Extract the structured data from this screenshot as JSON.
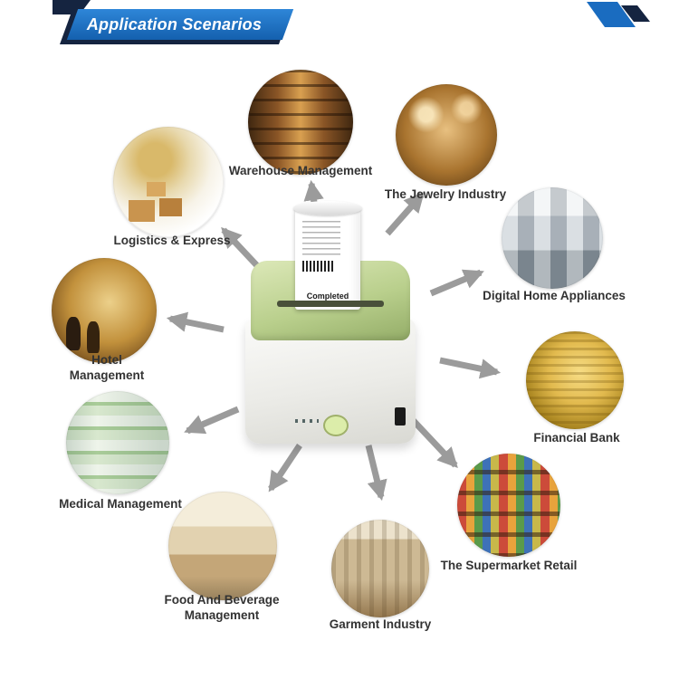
{
  "header": {
    "title": "Application Scenarios"
  },
  "printer": {
    "receipt_status": "Completed"
  },
  "scenarios": [
    {
      "id": "logistics",
      "label": "Logistics & Express"
    },
    {
      "id": "warehouse",
      "label": "Warehouse Management"
    },
    {
      "id": "jewelry",
      "label": "The Jewelry Industry"
    },
    {
      "id": "appliances",
      "label": "Digital Home Appliances"
    },
    {
      "id": "financial",
      "label": "Financial Bank"
    },
    {
      "id": "supermarket",
      "label": "The Supermarket Retail"
    },
    {
      "id": "garment",
      "label": "Garment Industry"
    },
    {
      "id": "food",
      "label": "Food And Beverage Management"
    },
    {
      "id": "medical",
      "label": "Medical Management"
    },
    {
      "id": "hotel",
      "label": "Hotel Management"
    }
  ],
  "colors": {
    "banner_blue": "#1a6cc0",
    "banner_navy": "#152440",
    "arrow_gray": "#9b9b9b",
    "printer_green": "#b9cf8c"
  }
}
